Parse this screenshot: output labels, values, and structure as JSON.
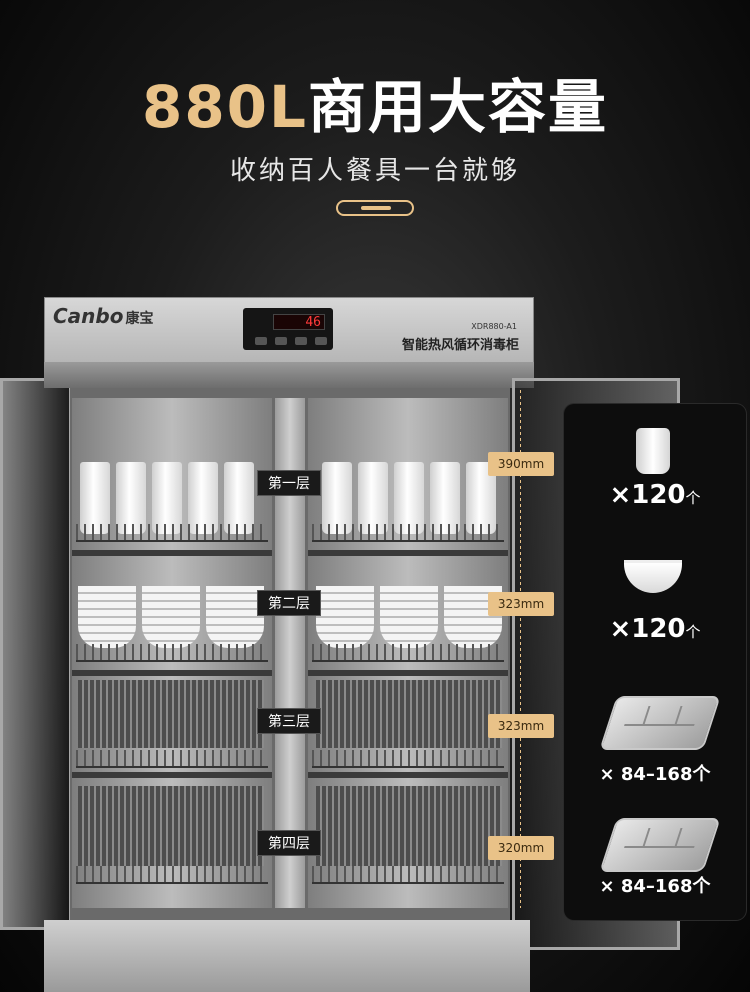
{
  "header": {
    "headline_accent": "880L",
    "headline_rest": "商用大容量",
    "subheadline": "收纳百人餐具一台就够"
  },
  "cabinet": {
    "brand": "Canbo",
    "brand_cn": "康宝",
    "display_value": "46",
    "model": "XDR880-A1",
    "type_label": "智能热风循环消毒柜"
  },
  "layers": [
    {
      "label": "第一层",
      "height": "390mm"
    },
    {
      "label": "第二层",
      "height": "323mm"
    },
    {
      "label": "第三层",
      "height": "323mm"
    },
    {
      "label": "第四层",
      "height": "320mm"
    }
  ],
  "capacity": [
    {
      "item": "cup-icon",
      "count": "×120",
      "unit": "个"
    },
    {
      "item": "bowl-icon",
      "count": "×120",
      "unit": "个"
    },
    {
      "item": "tray-icon",
      "count": "× 84–168",
      "unit": "个"
    },
    {
      "item": "tray-icon",
      "count": "× 84–168",
      "unit": "个"
    }
  ],
  "colors": {
    "accent": "#e9c288",
    "background": "#000000"
  }
}
